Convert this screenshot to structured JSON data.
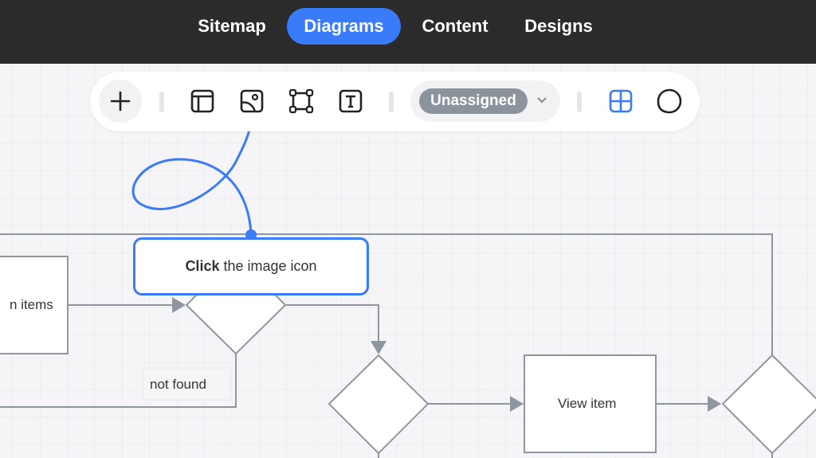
{
  "nav": {
    "tabs": [
      {
        "label": "Sitemap"
      },
      {
        "label": "Diagrams",
        "active": true
      },
      {
        "label": "Content"
      },
      {
        "label": "Designs"
      }
    ]
  },
  "toolbar": {
    "add": "plus-icon",
    "tools": [
      "layout-icon",
      "image-icon",
      "frame-icon",
      "text-icon"
    ],
    "assignee": "Unassigned",
    "view": "grid-icon",
    "comment": "comment-icon"
  },
  "tooltip": {
    "bold": "Click",
    "rest": " the image icon"
  },
  "diagram": {
    "node_left": "n items",
    "edge_label": "not found",
    "node_view": "View item"
  },
  "colors": {
    "accent": "#3a7bfa",
    "topbar": "#2b2b2b",
    "stroke": "#8e97a0"
  }
}
